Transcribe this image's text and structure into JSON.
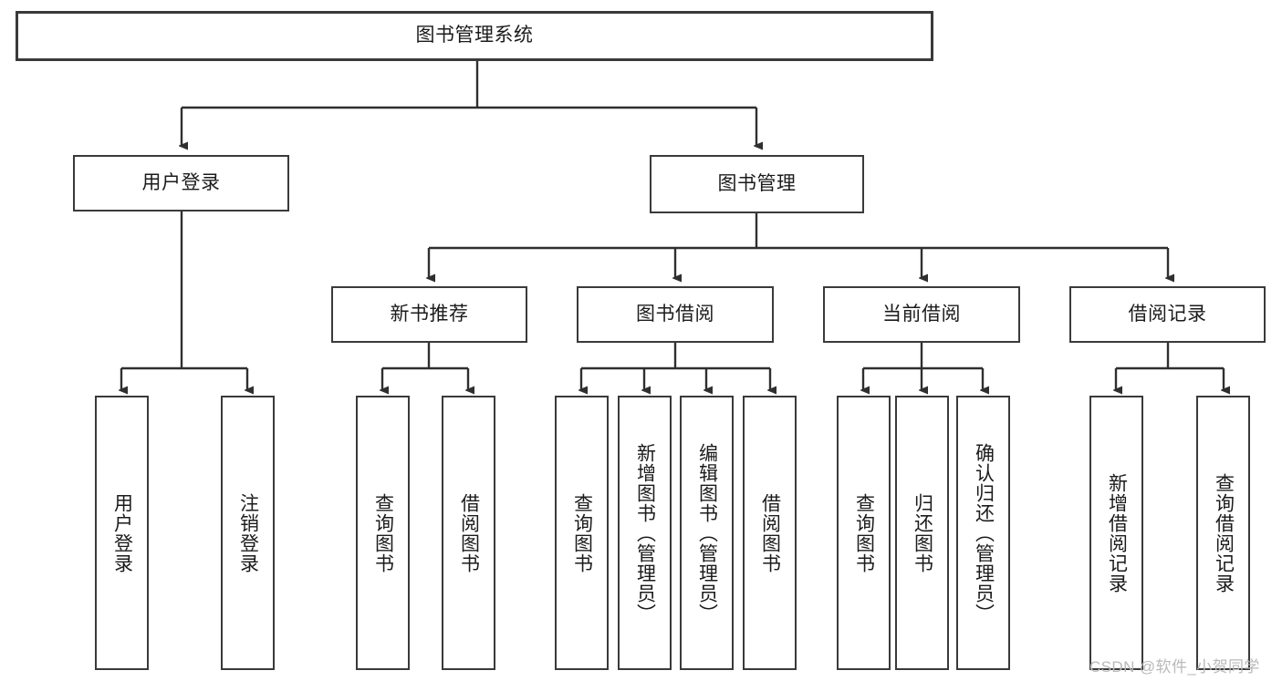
{
  "diagram": {
    "title": "图书管理系统",
    "type": "tree-hierarchy",
    "watermark": "CSDN @软件_小贺同学",
    "colors": {
      "box_border": "#3a3a3a",
      "box_fill": "#ffffff",
      "edge": "#2f2f2f",
      "text": "#1b1b1b",
      "watermark": "#b9b9b9"
    },
    "nodes": {
      "root": {
        "label": "图书管理系统",
        "orientation": "horizontal"
      },
      "level2": [
        {
          "id": "user-login",
          "label": "用户登录",
          "orientation": "horizontal"
        },
        {
          "id": "book-manage",
          "label": "图书管理",
          "orientation": "horizontal"
        }
      ],
      "level3": [
        {
          "id": "new-book-recommend",
          "label": "新书推荐",
          "orientation": "horizontal"
        },
        {
          "id": "book-borrow",
          "label": "图书借阅",
          "orientation": "horizontal"
        },
        {
          "id": "current-borrow",
          "label": "当前借阅",
          "orientation": "horizontal"
        },
        {
          "id": "borrow-record",
          "label": "借阅记录",
          "orientation": "horizontal"
        }
      ],
      "leaves": {
        "user-login": [
          {
            "id": "leaf-user-login",
            "label": "用户登录",
            "orientation": "vertical"
          },
          {
            "id": "leaf-user-logout",
            "label": "注销登录",
            "orientation": "vertical"
          }
        ],
        "new-book-recommend": [
          {
            "id": "leaf-query-book-1",
            "label": "查询图书",
            "orientation": "vertical"
          },
          {
            "id": "leaf-borrow-book-1",
            "label": "借阅图书",
            "orientation": "vertical"
          }
        ],
        "book-borrow": [
          {
            "id": "leaf-query-book-2",
            "label": "查询图书",
            "orientation": "vertical"
          },
          {
            "id": "leaf-add-book",
            "label": "新增图书（管理员）",
            "orientation": "vertical"
          },
          {
            "id": "leaf-edit-book",
            "label": "编辑图书（管理员）",
            "orientation": "vertical"
          },
          {
            "id": "leaf-borrow-book-2",
            "label": "借阅图书",
            "orientation": "vertical"
          }
        ],
        "current-borrow": [
          {
            "id": "leaf-query-book-3",
            "label": "查询图书",
            "orientation": "vertical"
          },
          {
            "id": "leaf-return-book",
            "label": "归还图书",
            "orientation": "vertical"
          },
          {
            "id": "leaf-confirm-return",
            "label": "确认归还（管理员）",
            "orientation": "vertical"
          }
        ],
        "borrow-record": [
          {
            "id": "leaf-add-record",
            "label": "新增借阅记录",
            "orientation": "vertical"
          },
          {
            "id": "leaf-query-record",
            "label": "查询借阅记录",
            "orientation": "vertical"
          }
        ]
      }
    }
  }
}
